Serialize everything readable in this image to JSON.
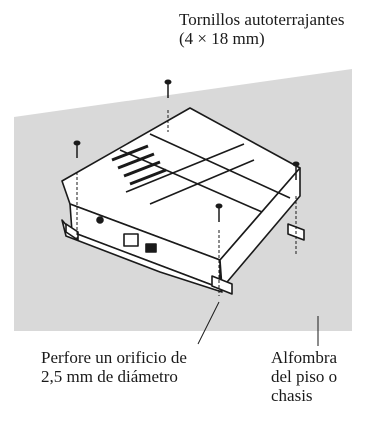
{
  "labels": {
    "screws": {
      "line1": "Tornillos autoterrajantes",
      "line2": "(4 × 18 mm)"
    },
    "drill": {
      "line1": "Perfore un orificio de",
      "line2": "2,5 mm de diámetro"
    },
    "floor": {
      "line1": "Alfombra",
      "line2": "del piso o",
      "line3": "chasis"
    }
  },
  "colors": {
    "surface": "#d9d9d9",
    "amplifier_fill": "#ffffff",
    "line": "#1a1a1a"
  }
}
